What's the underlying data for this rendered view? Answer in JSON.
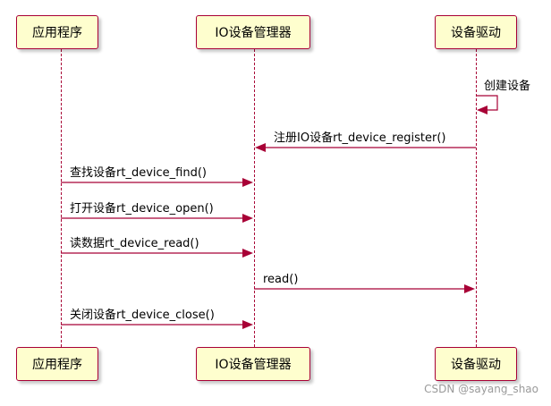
{
  "participants": {
    "app": "应用程序",
    "io": "IO设备管理器",
    "driver": "设备驱动"
  },
  "messages": {
    "create": "创建设备",
    "register": "注册IO设备rt_device_register()",
    "find": "查找设备rt_device_find()",
    "open": "打开设备rt_device_open()",
    "read": "读数据rt_device_read()",
    "driver_read": "read()",
    "close": "关闭设备rt_device_close()"
  },
  "watermark": "CSDN @sayang_shao",
  "colors": {
    "participant_fill": "#fefece",
    "participant_border": "#a80036",
    "arrow": "#a80036",
    "lifeline": "#a80036"
  }
}
